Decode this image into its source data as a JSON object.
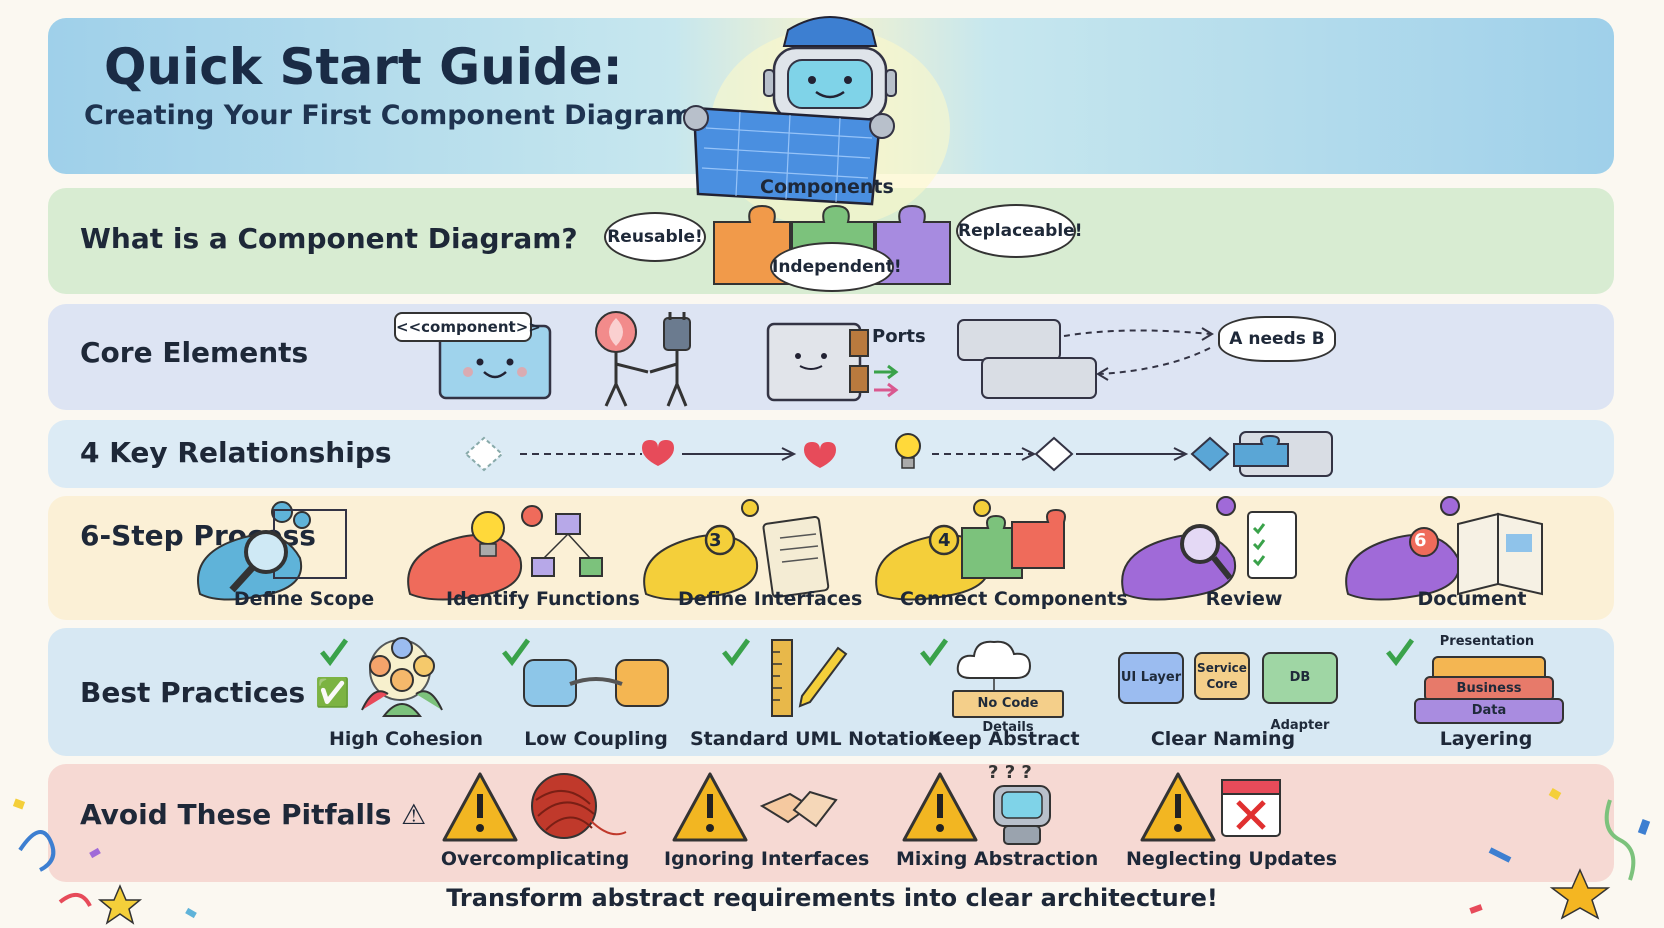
{
  "title": "Quick Start Guide:",
  "subtitle": "Creating Your First Component Diagram",
  "what": {
    "heading": "What is a Component Diagram?",
    "blueprint_label": "Components",
    "bubbles": [
      "Reusable!",
      "Independent!",
      "Replaceable!"
    ]
  },
  "core": {
    "heading": "Core Elements",
    "component_tag": "<<component>>",
    "ports_label": "Ports",
    "dependency_label": "A needs B"
  },
  "relationships": {
    "heading": "4 Key Relationships"
  },
  "steps": {
    "heading": "6-Step Process",
    "items": [
      {
        "number": "",
        "label": "Define Scope"
      },
      {
        "number": "",
        "label": "Identify Functions"
      },
      {
        "number": "3",
        "label": "Define Interfaces"
      },
      {
        "number": "4",
        "label": "Connect Components"
      },
      {
        "number": "",
        "label": "Review"
      },
      {
        "number": "6",
        "label": "Document"
      }
    ]
  },
  "best": {
    "heading": "Best Practices ✅",
    "items": [
      {
        "label": "High Cohesion"
      },
      {
        "label": "Low Coupling"
      },
      {
        "label": "Standard UML Notation"
      },
      {
        "label": "Keep Abstract",
        "tag": "No Code Details"
      },
      {
        "label": "Clear Naming",
        "boxes": [
          "UI Layer",
          "Service Core",
          "DB Adapter"
        ]
      },
      {
        "label": "Layering",
        "layers": [
          "Presentation",
          "Business",
          "Data"
        ]
      }
    ]
  },
  "pitfalls": {
    "heading": "Avoid These Pitfalls ⚠",
    "items": [
      "Overcomplicating",
      "Ignoring Interfaces",
      "Mixing Abstraction",
      "Neglecting Updates"
    ]
  },
  "tagline": "Transform abstract requirements into clear architecture!",
  "colors": {
    "title_band": "#9fd0ea",
    "what_band": "#d8ecd2",
    "core_band": "#dde4f3",
    "steps_band": "#fbf0d6",
    "best_band": "#d7e8f3",
    "pitfall_band": "#f6d9d3",
    "check": "#3aa24a",
    "warning": "#f2b622"
  }
}
